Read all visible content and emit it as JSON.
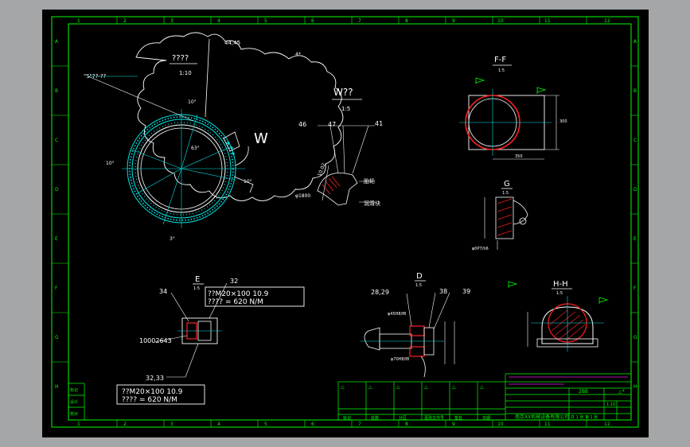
{
  "colors": {
    "sheet": "#000000",
    "frame": "#00ff00",
    "center": "#00e5e5",
    "outline": "#ffffff",
    "hatch": "#ff2020",
    "surround": "#a4a6a8"
  },
  "border": {
    "col_numbers": [
      "1",
      "2",
      "3",
      "4",
      "5",
      "6",
      "7",
      "8",
      "9",
      "10",
      "11",
      "12"
    ],
    "row_letters": [
      "A",
      "B",
      "C",
      "D",
      "E",
      "F",
      "G",
      "H"
    ]
  },
  "main_view": {
    "title": "????",
    "scale": "1:10",
    "leader_label": "\"S\"??-??",
    "mark_top": "44,45",
    "angle_a": "10°",
    "angle_b": "63°",
    "angle_c": "10°",
    "angle_d": "10°",
    "angle_e": "3°",
    "view_letter": "W",
    "note_top": "4*"
  },
  "detail_w": {
    "title": "W??",
    "scale": "1:5",
    "refs": [
      "46",
      "47",
      "41"
    ],
    "dim1": "φ1800",
    "dim2": "10.02",
    "label_1": "胎轮",
    "label_2": "润滑块"
  },
  "section_ff": {
    "title": "F-F",
    "scale": "1:5",
    "dim_w": "350",
    "dim_h": "300"
  },
  "view_g": {
    "title": "G",
    "scale": "1:5",
    "note": "φ0P7/h6"
  },
  "view_e": {
    "title": "E",
    "scale": "1:5",
    "ref_left": "34",
    "ref_right": "32",
    "part_no": "10002643",
    "ref_bottom": "32,33",
    "bolt_spec_1": "??M20×100 10.9",
    "torque_1": "???? = 620 N/M",
    "bolt_spec_2": "??M20×100 10.9",
    "torque_2": "???? = 620 N/M"
  },
  "view_d": {
    "title": "D",
    "scale": "1:5",
    "ref_a": "28,29",
    "ref_b": "38",
    "ref_c": "39",
    "note_a": "φ45H8/f8",
    "note_b": "φ70H8/f8"
  },
  "section_hh": {
    "title": "H-H",
    "scale": "1:5"
  },
  "title_block": {
    "left_marks": [
      "标记",
      "设计",
      "校对"
    ],
    "rev_marks": [
      "△",
      "△",
      "△",
      "△",
      "△",
      "△"
    ],
    "row_labels": [
      "标记",
      "处数",
      "分区",
      "更改文件号",
      "签名",
      "日期"
    ],
    "company": "南京XX机械设备有限公司",
    "drawing_no": "2BB",
    "scale_box": "1:10",
    "sheet_info": "共 1 张 第 1 张",
    "note_a": "△*"
  }
}
